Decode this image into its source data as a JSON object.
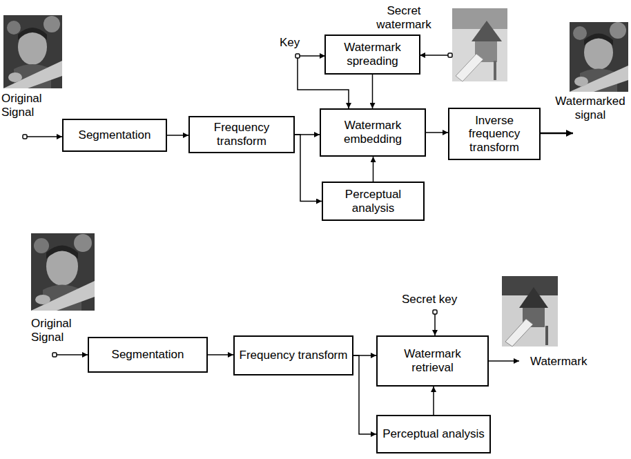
{
  "diagram": {
    "nodes": [
      {
        "text": [
          "Segmentation"
        ]
      },
      {
        "text": [
          "Frequency transform"
        ]
      },
      {
        "text": [
          "Watermark spreading"
        ]
      },
      {
        "text": [
          "Watermark embedding"
        ]
      },
      {
        "text": [
          "Inverse frequency transform"
        ]
      },
      {
        "text": [
          "Perceptual analysis"
        ]
      },
      {
        "text": [
          "Segmentation"
        ]
      },
      {
        "text": [
          "Frequency transform"
        ]
      },
      {
        "text": [
          "Watermark retrieval"
        ]
      },
      {
        "text": [
          "Perceptual analysis"
        ]
      }
    ],
    "edges": [
      {
        "from": 0,
        "to": 1,
        "arrow": "to"
      },
      {
        "from": 1,
        "to": 3,
        "arrow": "to"
      },
      {
        "from": 1,
        "to": 5,
        "arrow": "to"
      },
      {
        "from": 5,
        "to": 3,
        "arrow": "to"
      },
      {
        "from": 2,
        "to": 3,
        "arrow": "to"
      },
      {
        "from": 3,
        "to": 4,
        "arrow": "to"
      },
      {
        "from": 6,
        "to": 7,
        "arrow": "to"
      },
      {
        "from": 7,
        "to": 8,
        "arrow": "to"
      },
      {
        "from": 7,
        "to": 9,
        "arrow": "to"
      },
      {
        "from": 9,
        "to": 8,
        "arrow": "to"
      }
    ],
    "labels": [
      "Original Signal",
      "Key",
      "Secret watermark",
      "Watermarked signal",
      "Original Signal",
      "Secret key",
      "Watermark"
    ]
  }
}
